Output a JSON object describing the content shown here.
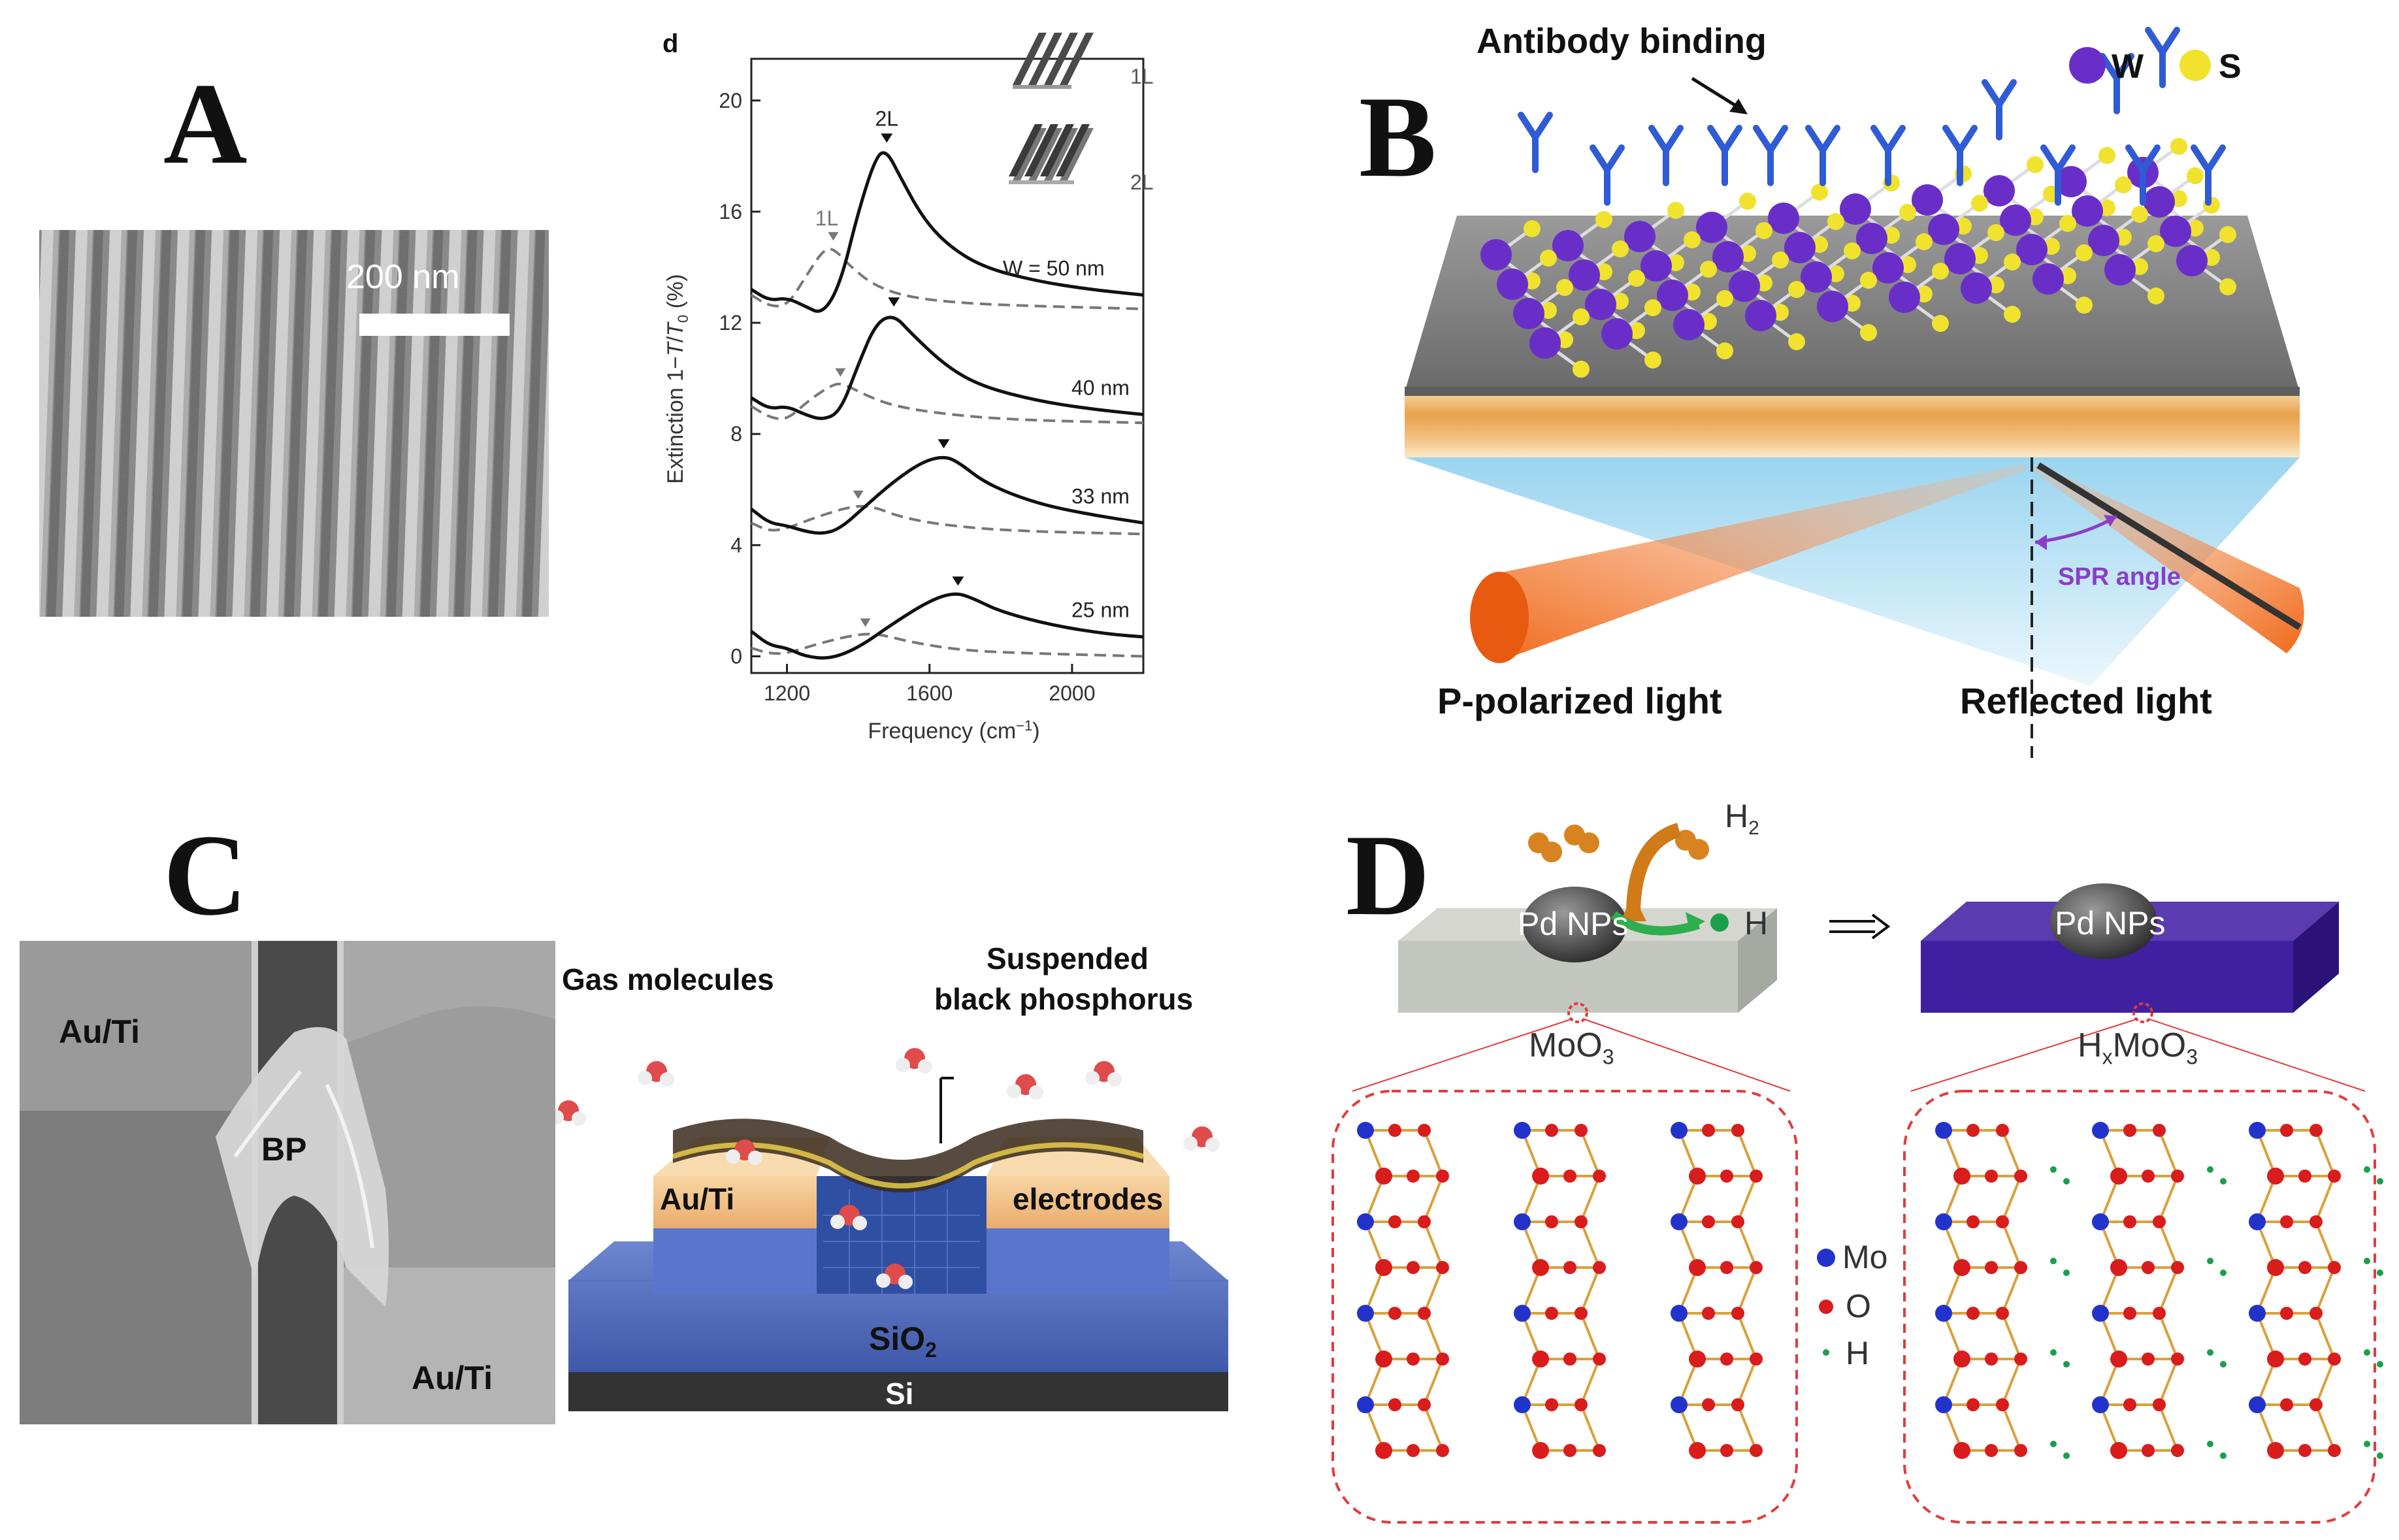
{
  "panels": {
    "a": {
      "letter": "A",
      "scale_bar": "200 nm"
    },
    "b": {
      "letter": "B",
      "antibody_label": "Antibody binding",
      "legend_w": "W",
      "legend_s": "S",
      "spr_angle": "SPR angle",
      "incident_label": "P-polarized light",
      "reflected_label": "Reflected light"
    },
    "c": {
      "letter": "C",
      "sem_left_top": "Au/Ti",
      "sem_bp": "BP",
      "sem_right_bottom": "Au/Ti",
      "gas_label": "Gas molecules",
      "suspended_line1": "Suspended",
      "suspended_line2": "black phosphorus",
      "left_electrode": "Au/Ti",
      "right_electrode": "electrodes",
      "oxide": "SiO",
      "oxide_sub": "2",
      "substrate": "Si"
    },
    "d": {
      "letter": "D",
      "h2": "H",
      "h2_sub": "2",
      "pd_left": "Pd NPs",
      "h_atom": "H",
      "pd_right": "Pd NPs",
      "moo3": "MoO",
      "moo3_sub": "3",
      "hx_h": "H",
      "hx_x": "x",
      "hx_moo": "MoO",
      "hx_sub": "3",
      "legend_mo": "Mo",
      "legend_o": "O",
      "legend_h": "H"
    }
  },
  "chart_data": {
    "type": "line",
    "panel_label": "d",
    "xlabel": "Frequency (cm",
    "xlabel_sup": "−1",
    "xlabel_end": ")",
    "ylabel_prefix": "Extinction 1−",
    "ylabel_T": "T",
    "ylabel_slash": "/",
    "ylabel_T0": "T",
    "ylabel_0": "0",
    "ylabel_pct": " (%)",
    "xlim": [
      1100,
      2200
    ],
    "ylim": [
      -0.6,
      21.5
    ],
    "xticks": [
      1200,
      1600,
      2000
    ],
    "yticks": [
      0,
      4,
      8,
      12,
      16,
      20
    ],
    "legend": {
      "one": "1L",
      "two": "2L"
    },
    "peak_label_2L": "2L",
    "peak_label_1L": "1L",
    "series": [
      {
        "label": "W = 50 nm",
        "solid": [
          [
            1100,
            13.2
          ],
          [
            1150,
            12.8
          ],
          [
            1200,
            12.9
          ],
          [
            1250,
            12.6
          ],
          [
            1300,
            12.3
          ],
          [
            1350,
            13.4
          ],
          [
            1400,
            16.0
          ],
          [
            1450,
            18.0
          ],
          [
            1480,
            18.2
          ],
          [
            1520,
            17.2
          ],
          [
            1580,
            15.8
          ],
          [
            1650,
            14.8
          ],
          [
            1750,
            14.0
          ],
          [
            1900,
            13.5
          ],
          [
            2050,
            13.2
          ],
          [
            2200,
            13.0
          ]
        ],
        "dashed": [
          [
            1100,
            13.0
          ],
          [
            1150,
            12.6
          ],
          [
            1200,
            12.6
          ],
          [
            1250,
            13.6
          ],
          [
            1300,
            14.6
          ],
          [
            1330,
            14.7
          ],
          [
            1380,
            14.0
          ],
          [
            1450,
            13.3
          ],
          [
            1550,
            12.9
          ],
          [
            1700,
            12.7
          ],
          [
            1900,
            12.6
          ],
          [
            2200,
            12.5
          ]
        ],
        "peak_solid": 1480,
        "peak_dashed": 1330
      },
      {
        "label": "40 nm",
        "solid": [
          [
            1100,
            9.3
          ],
          [
            1150,
            8.9
          ],
          [
            1200,
            9.0
          ],
          [
            1250,
            8.7
          ],
          [
            1300,
            8.5
          ],
          [
            1350,
            8.8
          ],
          [
            1400,
            10.5
          ],
          [
            1450,
            12.0
          ],
          [
            1500,
            12.3
          ],
          [
            1550,
            11.6
          ],
          [
            1650,
            10.4
          ],
          [
            1750,
            9.7
          ],
          [
            1900,
            9.2
          ],
          [
            2050,
            8.9
          ],
          [
            2200,
            8.7
          ]
        ],
        "dashed": [
          [
            1100,
            9.0
          ],
          [
            1150,
            8.6
          ],
          [
            1200,
            8.5
          ],
          [
            1260,
            9.2
          ],
          [
            1330,
            9.8
          ],
          [
            1360,
            9.8
          ],
          [
            1420,
            9.4
          ],
          [
            1500,
            9.0
          ],
          [
            1650,
            8.7
          ],
          [
            1850,
            8.5
          ],
          [
            2200,
            8.4
          ]
        ],
        "peak_solid": 1500,
        "peak_dashed": 1350
      },
      {
        "label": "33 nm",
        "solid": [
          [
            1100,
            5.3
          ],
          [
            1150,
            4.8
          ],
          [
            1200,
            4.7
          ],
          [
            1250,
            4.5
          ],
          [
            1300,
            4.4
          ],
          [
            1350,
            4.6
          ],
          [
            1420,
            5.4
          ],
          [
            1500,
            6.3
          ],
          [
            1580,
            7.0
          ],
          [
            1640,
            7.2
          ],
          [
            1680,
            7.0
          ],
          [
            1760,
            6.2
          ],
          [
            1900,
            5.5
          ],
          [
            2050,
            5.1
          ],
          [
            2200,
            4.8
          ]
        ],
        "dashed": [
          [
            1100,
            4.8
          ],
          [
            1150,
            4.5
          ],
          [
            1200,
            4.6
          ],
          [
            1280,
            5.0
          ],
          [
            1380,
            5.4
          ],
          [
            1440,
            5.4
          ],
          [
            1520,
            5.0
          ],
          [
            1650,
            4.7
          ],
          [
            1850,
            4.5
          ],
          [
            2200,
            4.4
          ]
        ],
        "peak_solid": 1640,
        "peak_dashed": 1400
      },
      {
        "label": "25 nm",
        "solid": [
          [
            1100,
            0.9
          ],
          [
            1150,
            0.4
          ],
          [
            1200,
            0.3
          ],
          [
            1250,
            0.0
          ],
          [
            1320,
            -0.1
          ],
          [
            1400,
            0.3
          ],
          [
            1500,
            1.2
          ],
          [
            1600,
            2.0
          ],
          [
            1670,
            2.3
          ],
          [
            1720,
            2.1
          ],
          [
            1800,
            1.6
          ],
          [
            1950,
            1.1
          ],
          [
            2100,
            0.8
          ],
          [
            2200,
            0.7
          ]
        ],
        "dashed": [
          [
            1100,
            0.3
          ],
          [
            1150,
            0.1
          ],
          [
            1200,
            0.1
          ],
          [
            1300,
            0.5
          ],
          [
            1400,
            0.8
          ],
          [
            1460,
            0.8
          ],
          [
            1550,
            0.5
          ],
          [
            1700,
            0.2
          ],
          [
            1900,
            0.1
          ],
          [
            2200,
            0.0
          ]
        ],
        "peak_solid": 1680,
        "peak_dashed": 1420
      }
    ]
  }
}
